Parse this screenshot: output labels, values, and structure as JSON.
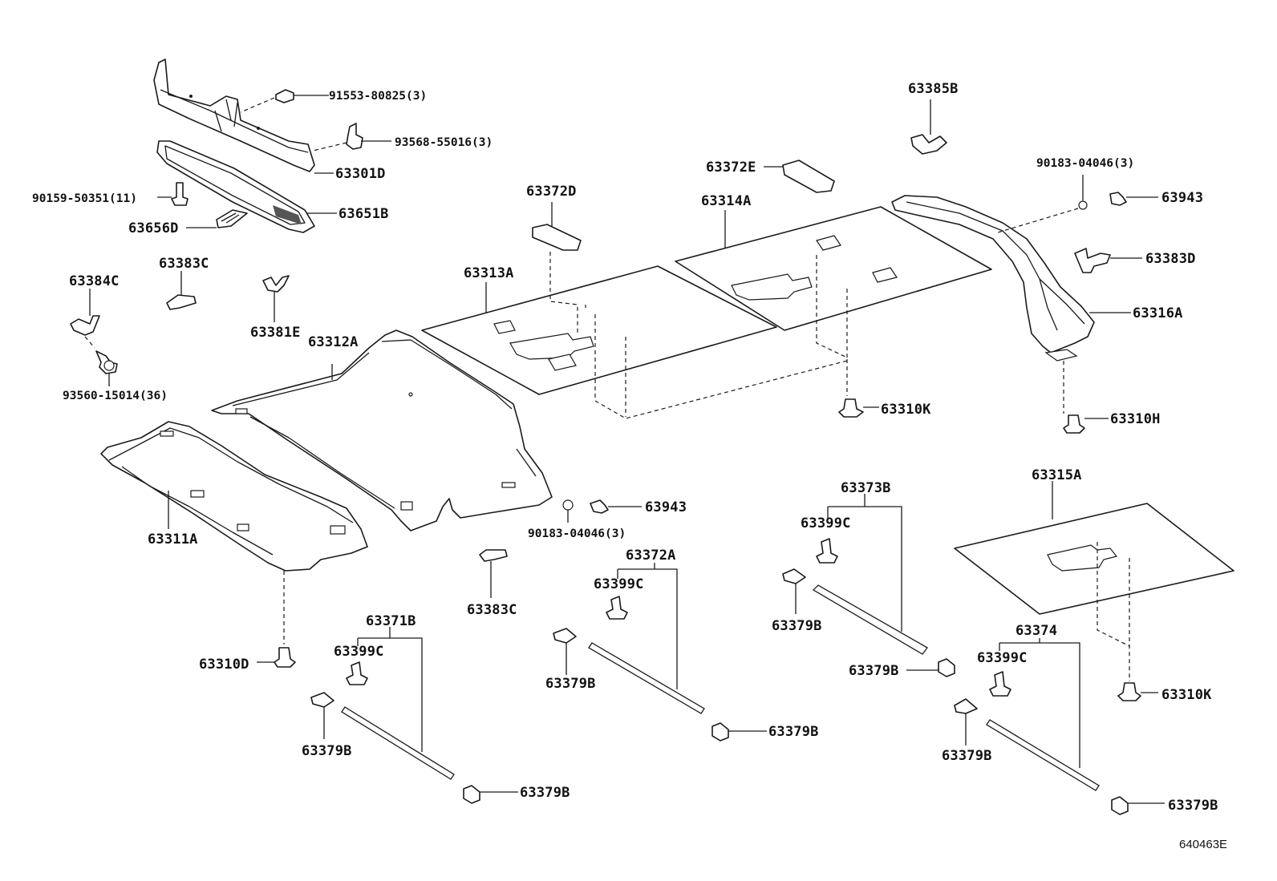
{
  "diagram_code": "640463E",
  "labels": {
    "p91553": "91553-80825(3)",
    "p93568": "93568-55016(3)",
    "p63301D": "63301D",
    "p90159": "90159-50351(11)",
    "p63651B": "63651B",
    "p63656D": "63656D",
    "p63372D": "63372D",
    "p63383C_top": "63383C",
    "p63384C": "63384C",
    "p63381E": "63381E",
    "p63312A": "63312A",
    "p93560": "93560-15014(36)",
    "p63313A": "63313A",
    "p63314A": "63314A",
    "p63372E": "63372E",
    "p63385B": "63385B",
    "p90183_top": "90183-04046(3)",
    "p63943_top": "63943",
    "p63383D": "63383D",
    "p63316A": "63316A",
    "p63310K_top": "63310K",
    "p63310H": "63310H",
    "p63311A": "63311A",
    "p63943_mid": "63943",
    "p90183_mid": "90183-04046(3)",
    "p63372A": "63372A",
    "p63399C_a": "63399C",
    "p63383C_mid": "63383C",
    "p63373B": "63373B",
    "p63399C_b": "63399C",
    "p63315A": "63315A",
    "p63379B_1": "63379B",
    "p63379B_2": "63379B",
    "p63379B_3": "63379B",
    "p63379B_4": "63379B",
    "p63379B_5": "63379B",
    "p63379B_6": "63379B",
    "p63379B_7": "63379B",
    "p63379B_8": "63379B",
    "p63371B": "63371B",
    "p63399C_c": "63399C",
    "p63310D": "63310D",
    "p63374": "63374",
    "p63399C_d": "63399C",
    "p63310K_bot": "63310K"
  }
}
